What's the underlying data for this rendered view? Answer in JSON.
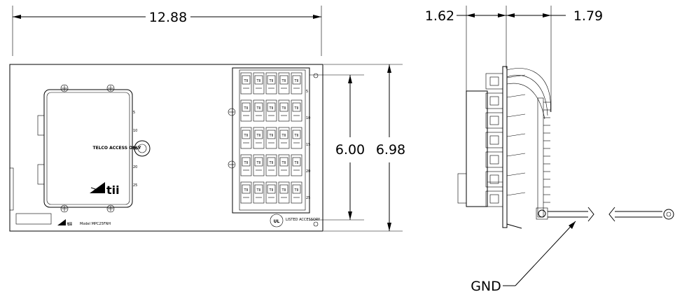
{
  "dimensions": {
    "overall_width": "12.88",
    "inner_height": "6.00",
    "overall_height": "6.98",
    "side_left": "1.62",
    "side_right": "1.79"
  },
  "callouts": {
    "ground": "GND"
  },
  "enclosure": {
    "telco_label": "TELCO ACCESS ONLY",
    "pair_numbers_left": [
      "5",
      "10",
      "15",
      "20",
      "25"
    ],
    "pair_numbers_right": [
      "5",
      "10",
      "15",
      "20",
      "25"
    ],
    "jack_label": "TII",
    "logo_text": "tii",
    "model_text": "Model MPC25FNH",
    "listing_text": "LISTED ACCESSORY"
  }
}
